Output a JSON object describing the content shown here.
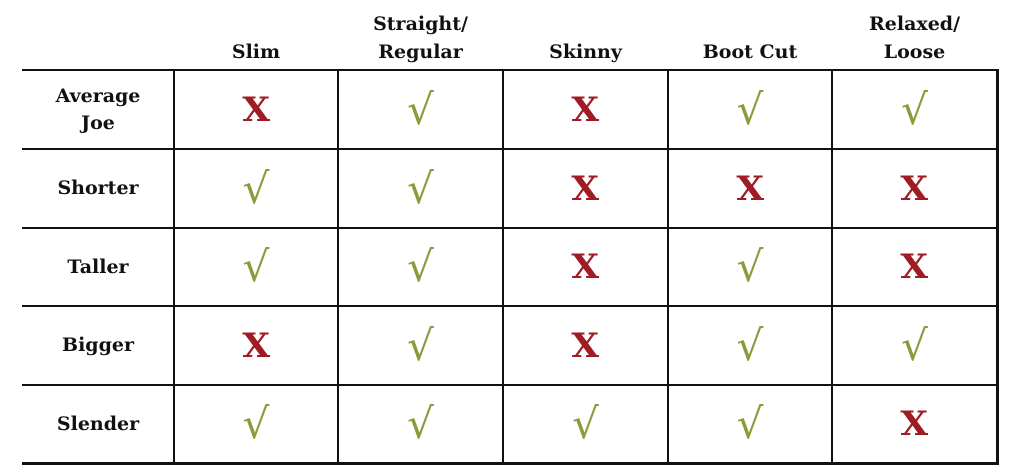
{
  "columns": [
    "Slim",
    "Straight/\nRegular",
    "Skinny",
    "Boot Cut",
    "Relaxed/\nLoose"
  ],
  "rows": [
    {
      "label": "Average\nJoe",
      "values": [
        "x",
        "check",
        "x",
        "check",
        "check"
      ]
    },
    {
      "label": "Shorter",
      "values": [
        "check",
        "check",
        "x",
        "x",
        "x"
      ]
    },
    {
      "label": "Taller",
      "values": [
        "check",
        "check",
        "x",
        "check",
        "x"
      ]
    },
    {
      "label": "Bigger",
      "values": [
        "x",
        "check",
        "x",
        "check",
        "check"
      ]
    },
    {
      "label": "Slender",
      "values": [
        "check",
        "check",
        "check",
        "check",
        "x"
      ]
    }
  ],
  "symbols": {
    "x": "X",
    "check": "√"
  },
  "colors": {
    "x": "#a01c24",
    "check": "#8c9a3c",
    "grid": "#111111"
  }
}
